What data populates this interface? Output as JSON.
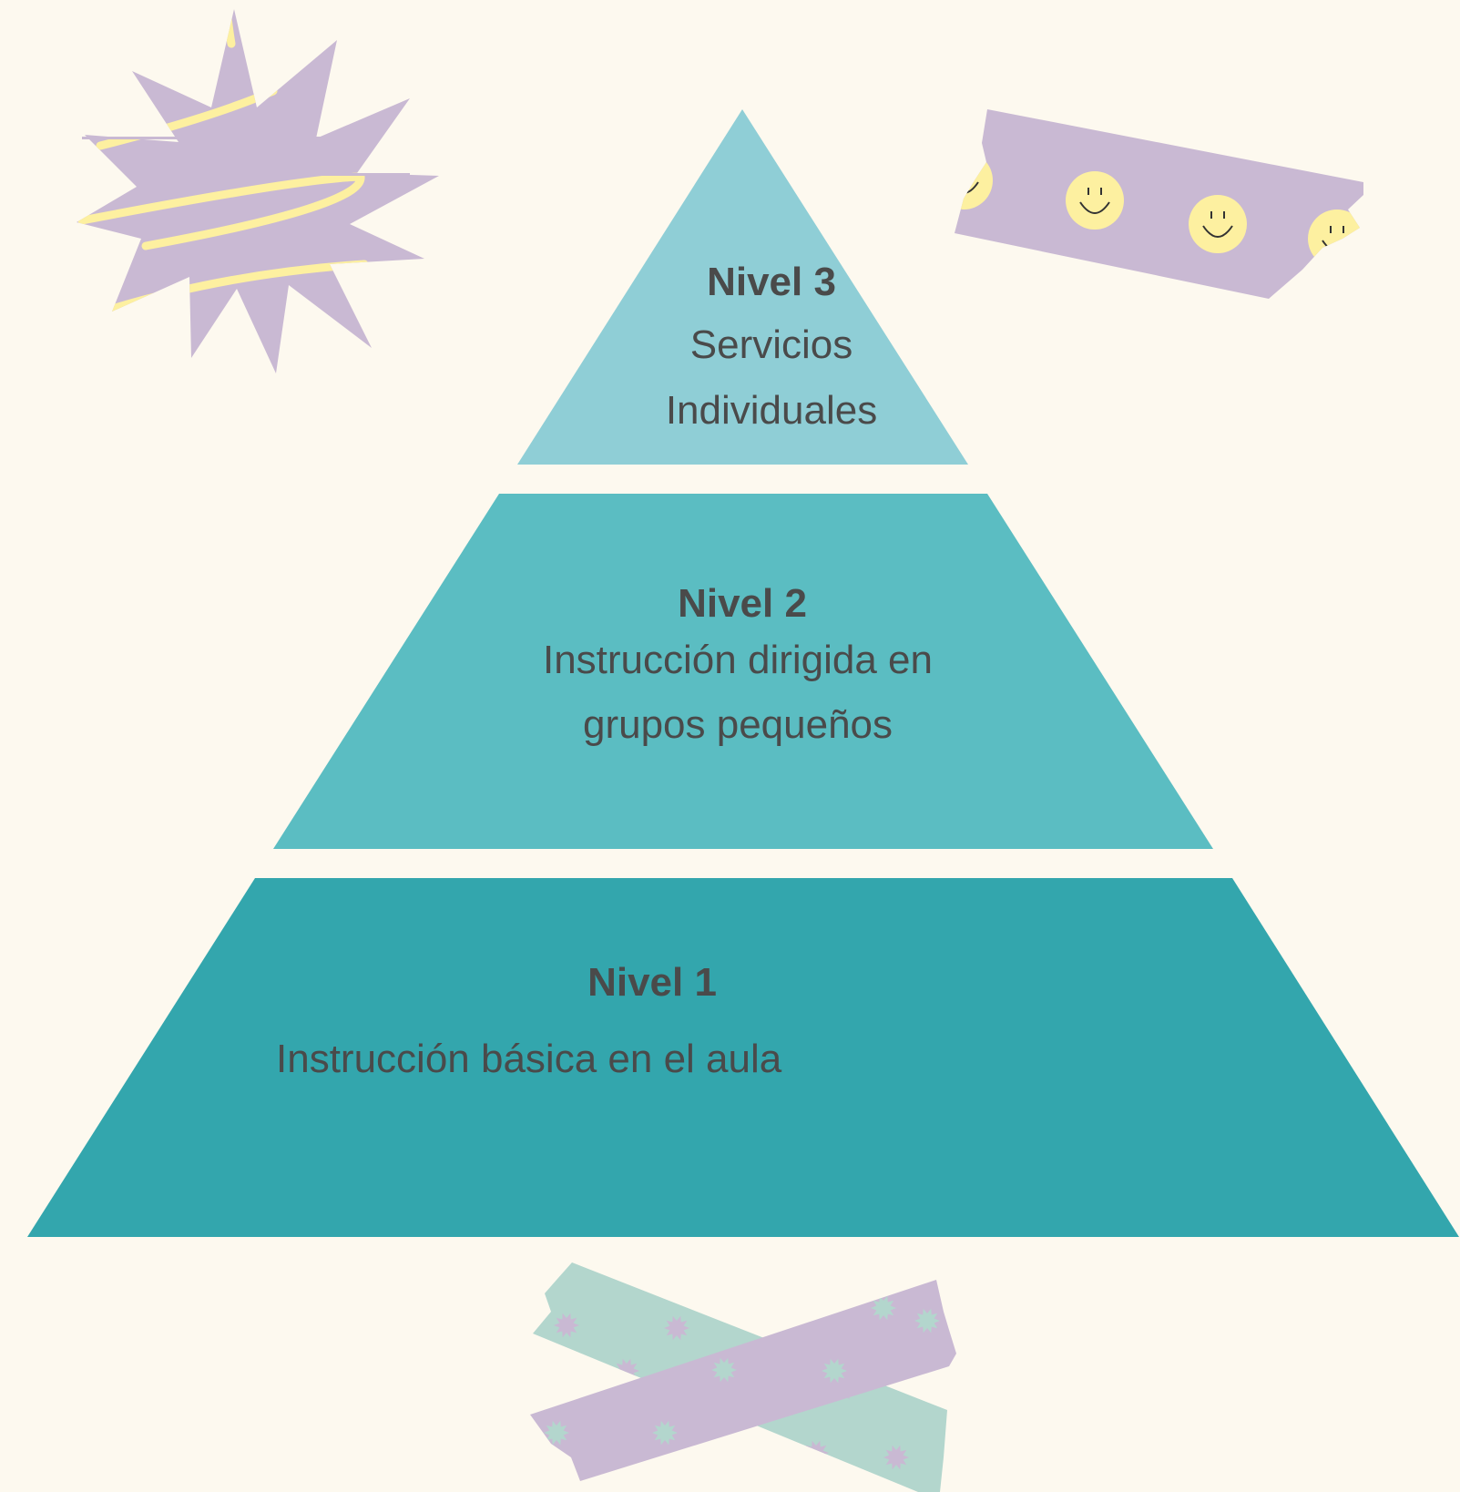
{
  "colors": {
    "background": "#fdf9ef",
    "tier_top": "#8fced6",
    "tier_middle": "#5bbdc2",
    "tier_bottom": "#33a6ad",
    "text": "#4a4a4a",
    "sticker_lavender": "#c9b9d3",
    "sticker_yellow": "#fdf0a0",
    "tape_mint": "#b3d6cd"
  },
  "pyramid": {
    "tiers": [
      {
        "level": "Nivel 3",
        "lines": [
          "Servicios",
          "Individuales"
        ]
      },
      {
        "level": "Nivel 2",
        "lines": [
          "Instrucción dirigida en",
          "grupos pequeños"
        ]
      },
      {
        "level": "Nivel 1",
        "lines": [
          "Instrucción básica en el aula"
        ]
      }
    ]
  },
  "decorations": {
    "starburst": "starburst-sticker-icon",
    "smiley_tape": "smiley-washi-tape-icon",
    "crossed_tapes": "crossed-washi-tape-icon"
  }
}
